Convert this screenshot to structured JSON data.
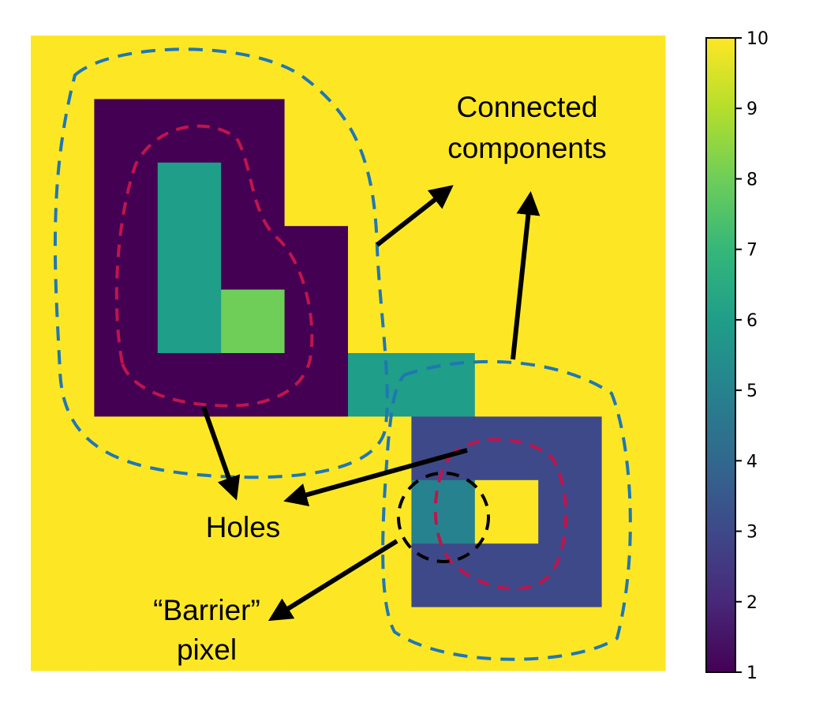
{
  "grid": {
    "colormap": "viridis",
    "vmin": 1,
    "vmax": 10,
    "rows": [
      [
        10,
        10,
        10,
        10,
        10,
        10,
        10,
        10,
        10,
        10
      ],
      [
        10,
        1,
        1,
        1,
        10,
        10,
        10,
        10,
        10,
        10
      ],
      [
        10,
        1,
        6,
        1,
        10,
        10,
        10,
        10,
        10,
        10
      ],
      [
        10,
        1,
        6,
        1,
        1,
        10,
        10,
        10,
        10,
        10
      ],
      [
        10,
        1,
        6,
        8,
        1,
        10,
        10,
        10,
        10,
        10
      ],
      [
        10,
        1,
        1,
        1,
        1,
        6,
        6,
        10,
        10,
        10
      ],
      [
        10,
        10,
        10,
        10,
        10,
        10,
        3,
        3,
        3,
        10
      ],
      [
        10,
        10,
        10,
        10,
        10,
        10,
        5,
        10,
        3,
        10
      ],
      [
        10,
        10,
        10,
        10,
        10,
        10,
        3,
        3,
        3,
        10
      ],
      [
        10,
        10,
        10,
        10,
        10,
        10,
        10,
        10,
        10,
        10
      ]
    ]
  },
  "colorbar": {
    "ticks": [
      "1",
      "2",
      "3",
      "4",
      "5",
      "6",
      "7",
      "8",
      "9",
      "10"
    ]
  },
  "annotations": {
    "connected_line1": "Connected",
    "connected_line2": "components",
    "holes": "Holes",
    "barrier_line1": "“Barrier”",
    "barrier_line2": "pixel"
  },
  "colors": {
    "component_outline": "#1f77b4",
    "hole_outline": "#c0144c",
    "barrier_outline": "#000000",
    "arrow": "#000000"
  }
}
